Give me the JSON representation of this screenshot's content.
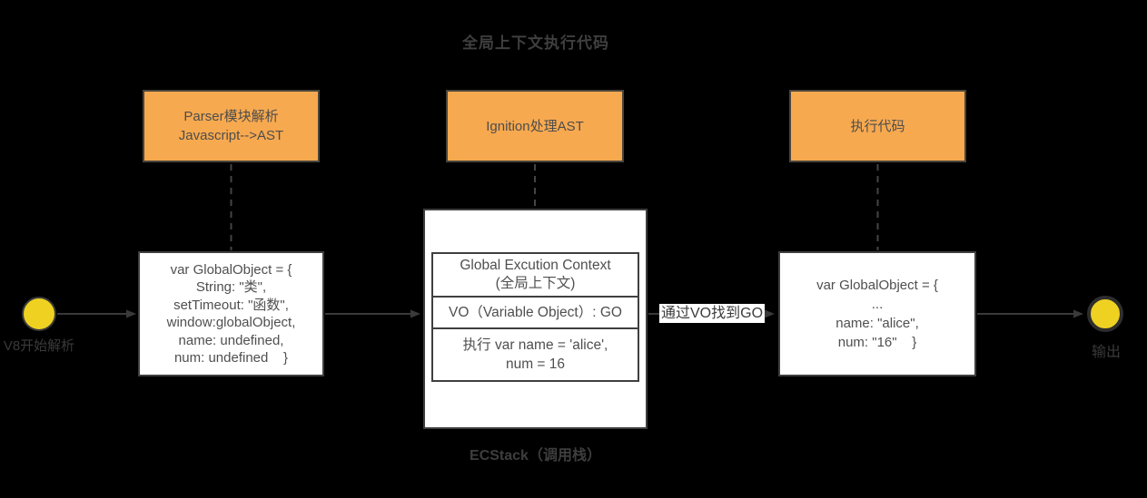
{
  "title": "全局上下文执行代码",
  "colors": {
    "background": "#000000",
    "stage_box_fill": "#F7A94F",
    "stage_box_border": "#4A443B",
    "node_fill": "#EFD122",
    "white_box_fill": "#FFFFFF",
    "box_border": "#3F3F3F",
    "box_text": "#4F4F4F",
    "canvas_text": "#3C3C3C",
    "connector": "#3A3A3A"
  },
  "stages": [
    {
      "lines": [
        "Parser模块解析",
        "Javascript-->AST"
      ]
    },
    {
      "lines": [
        "Ignition处理AST"
      ]
    },
    {
      "lines": [
        "执行代码"
      ]
    }
  ],
  "start_node": {
    "label": "V8开始解析"
  },
  "end_node": {
    "label": "输出"
  },
  "global_object_initial": {
    "lines": [
      "var GlobalObject = {",
      "String: \"类\",",
      "setTimeout: \"函数\",",
      "window:globalObject,",
      "name: undefined,",
      "num: undefined    }"
    ]
  },
  "ec_stack": {
    "header_lines": [
      "Global Excution Context",
      "(全局上下文)"
    ],
    "vo_row": "VO（Variable Object）: GO",
    "exec_lines": [
      "执行 var name = 'alice',",
      "num = 16"
    ],
    "caption": "ECStack（调用栈）"
  },
  "flow_label": "通过VO找到GO",
  "global_object_final": {
    "lines": [
      "var GlobalObject = {",
      "...",
      "name: \"alice\",",
      "num: \"16\"    }"
    ]
  }
}
